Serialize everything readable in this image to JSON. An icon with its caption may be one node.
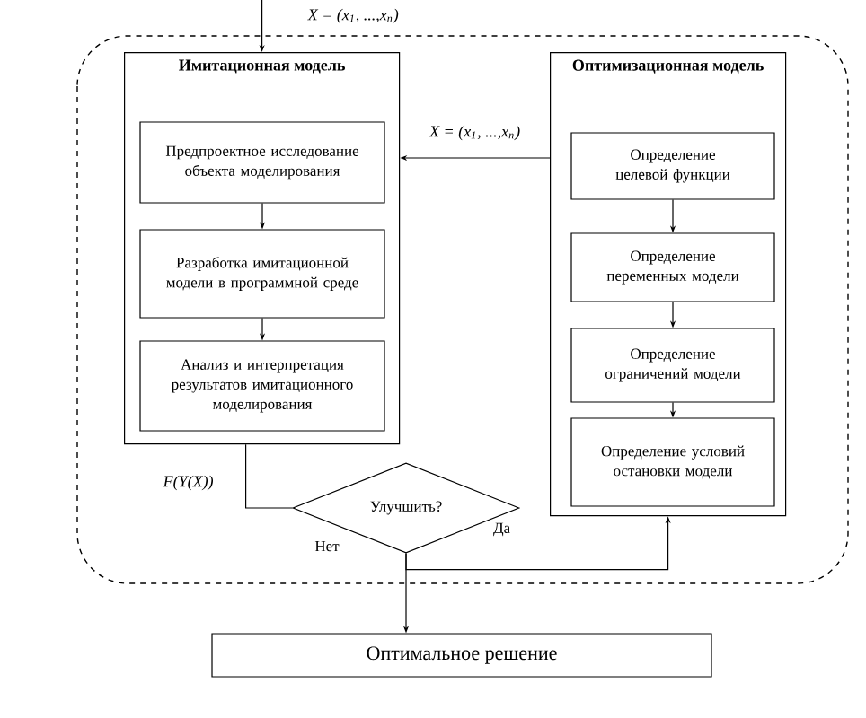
{
  "diagram": {
    "nodes": [
      {
        "text": [
          "Имитационная модель"
        ]
      },
      {
        "text": [
          "Предпроектное исследование объекта моделирования"
        ],
        "in": 0
      },
      {
        "text": [
          "Разработка имитационной модели в программной среде"
        ],
        "in": 0
      },
      {
        "text": [
          "Анализ и интерпретация результатов имитационного моделирования"
        ],
        "in": 0
      },
      {
        "text": [
          "Оптимизационная модель"
        ]
      },
      {
        "text": [
          "Определение целевой функции"
        ],
        "in": 4
      },
      {
        "text": [
          "Определение переменных модели"
        ],
        "in": 4
      },
      {
        "text": [
          "Определение ограничений модели"
        ],
        "in": 4
      },
      {
        "text": [
          "Определение условий остановки модели"
        ],
        "in": 4
      },
      {
        "text": [
          "Улучшить?"
        ]
      },
      {
        "text": [
          "Оптимальное решение"
        ]
      }
    ],
    "edges": [
      {
        "from": null,
        "to": 0,
        "arrow": "to",
        "label": "X = (x$_{1}$, ...,x$_{n}$)"
      },
      {
        "from": 4,
        "to": 0,
        "arrow": "to",
        "label": "X = (x$_{1}$, ...,x$_{n}$)"
      },
      {
        "from": 1,
        "to": 2,
        "arrow": "to"
      },
      {
        "from": 2,
        "to": 3,
        "arrow": "to"
      },
      {
        "from": 5,
        "to": 6,
        "arrow": "to"
      },
      {
        "from": 6,
        "to": 7,
        "arrow": "to"
      },
      {
        "from": 7,
        "to": 8,
        "arrow": "to"
      },
      {
        "from": 0,
        "to": 9,
        "arrow": "none",
        "label": "F(Y(X))"
      },
      {
        "from": 9,
        "to": 10,
        "arrow": "to",
        "label": "Нет"
      },
      {
        "from": 9,
        "to": 4,
        "arrow": "to",
        "label": "Да"
      }
    ]
  }
}
